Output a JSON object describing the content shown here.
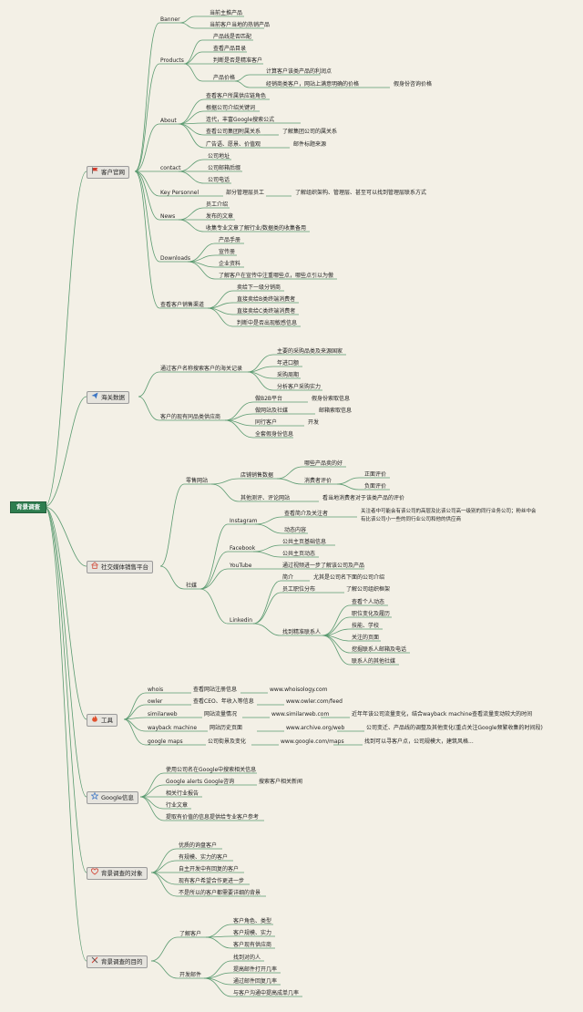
{
  "root": "背景调查",
  "colors": {
    "line": "#5a9a70",
    "root": "#2e7d4f"
  },
  "categories": [
    {
      "label": "客户官网",
      "icon": "flag-icon",
      "color": "#d23c2c"
    },
    {
      "label": "海关数据",
      "icon": "send-icon",
      "color": "#3a74c4"
    },
    {
      "label": "社交媒体销售平台",
      "icon": "home-icon",
      "color": "#d25a4a"
    },
    {
      "label": "工具",
      "icon": "fire-icon",
      "color": "#e0502c"
    },
    {
      "label": "Google信息",
      "icon": "star-icon",
      "color": "#3a74c4"
    },
    {
      "label": "背景调查的对象",
      "icon": "heart-icon",
      "color": "#d23c2c"
    },
    {
      "label": "背景调查的目的",
      "icon": "tools-icon",
      "color": "#d23c2c"
    }
  ],
  "nodes": [
    "Banner",
    "当前主推产品",
    "当前客户当地的热销产品",
    "Products",
    "产品线是否匹配",
    "查看产品目录",
    "判断是否是精准客户",
    "产品价格",
    "计算客户该类产品的利润点",
    "经销商类客户，网站上满意明确的价格",
    "假身份咨询价格",
    "About",
    "查看客户所属供应链角色",
    "根据公司介绍关键词",
    "连代，丰富Google搜索公式",
    "查看公司集团附属关系",
    "了解集团公司的属关系",
    "广告语、愿景、价值观",
    "邮件标题来源",
    "contact",
    "公司地址",
    "公司邮箱后缀",
    "公司电话",
    "Key Personnel",
    "部分管理层员工",
    "了解组织架构、管理层、甚至可以找到管理层联系方式",
    "News",
    "员工介绍",
    "发布的文章",
    "收集专业文章了解行业/数据类的收集备用",
    "Downloads",
    "产品手册",
    "宣传册",
    "企业资料",
    "了解客户在宣传中注重哪些点，哪些点引以为傲",
    "查看客户销售渠道",
    "卖给下一级分销商",
    "直接卖给B类终端消费者",
    "直接卖给C类终端消费者",
    "判断中是否出现敏感信息",
    "通过客户名称搜索客户的海关记录",
    "主要的采购品类及来源国家",
    "年进口额",
    "采购周期",
    "分析客户采购实力",
    "客户的现有同品类供应商",
    "做B2B平台",
    "假身份索取信息",
    "做网站及社媒",
    "邮箱索取信息",
    "同行客户",
    "开发",
    "全套假身份信息",
    "零售网站",
    "店铺销售数据",
    "哪些产品卖的好",
    "消费者评价",
    "正面评价",
    "负面评价",
    "其他测评、评论网站",
    "看当地消费者对于该类产品的评价",
    "社媒",
    "Instagram",
    "查看简介及关注者",
    "关注者中可能会有该公司的高层及比该公司高一级别的同行业务公司；粉丝中会",
    "有比该公司小一些的同行业公司和他的供应商",
    "动态内容",
    "Facebook",
    "公共主页基础信息",
    "公共主页动态",
    "YouTube",
    "通过视频进一步了解该公司及产品",
    "Linkedin",
    "简介",
    "尤其是公司名下面的公司介绍",
    "员工职位分布",
    "了解公司组织框架",
    "找到精准联系人",
    "查看个人动态",
    "职位变化及履历",
    "技能、学校",
    "关注的页面",
    "挖掘联系人邮箱及电话",
    "联系人的其他社媒",
    "whois",
    "查看网站注册信息",
    "www.whoisology.com",
    "owler",
    "查看CEO、年收入等信息",
    "www.owler.com/feed",
    "similarweb",
    "网站流量情况",
    "www.similarweb.com",
    "近年年该公司流量变化，结合wayback machine查看流量变动较大的时间",
    "wayback machine",
    "网站历史页面",
    "www.archive.org/web",
    "公司变迁、产品线的调整及其他变化(重点关注Google频繁收集的时间段)",
    "google maps",
    "公司街景及变化",
    "www.google.com/maps",
    "找到可以寻客户点，公司规模大，建筑风格...",
    "使用公司名在Google中搜索相关信息",
    "Google alerts Google咨询",
    "搜索客户相关新闻",
    "相关行业报告",
    "行业文章",
    "提取有价值的信息提供给专业客户参考",
    "优质的询盘客户",
    "有规模、实力的客户",
    "自主开发中有回复的客户",
    "现有客户希望合作更进一步",
    "不是所以的客户都需要详细的背景",
    "了解客户",
    "客户角色、类型",
    "客户规模、实力",
    "客户现有供应商",
    "开发邮件",
    "找到对的人",
    "提高邮件打开几率",
    "通过邮件回复几率",
    "与客户沟通中提高成单几率"
  ]
}
